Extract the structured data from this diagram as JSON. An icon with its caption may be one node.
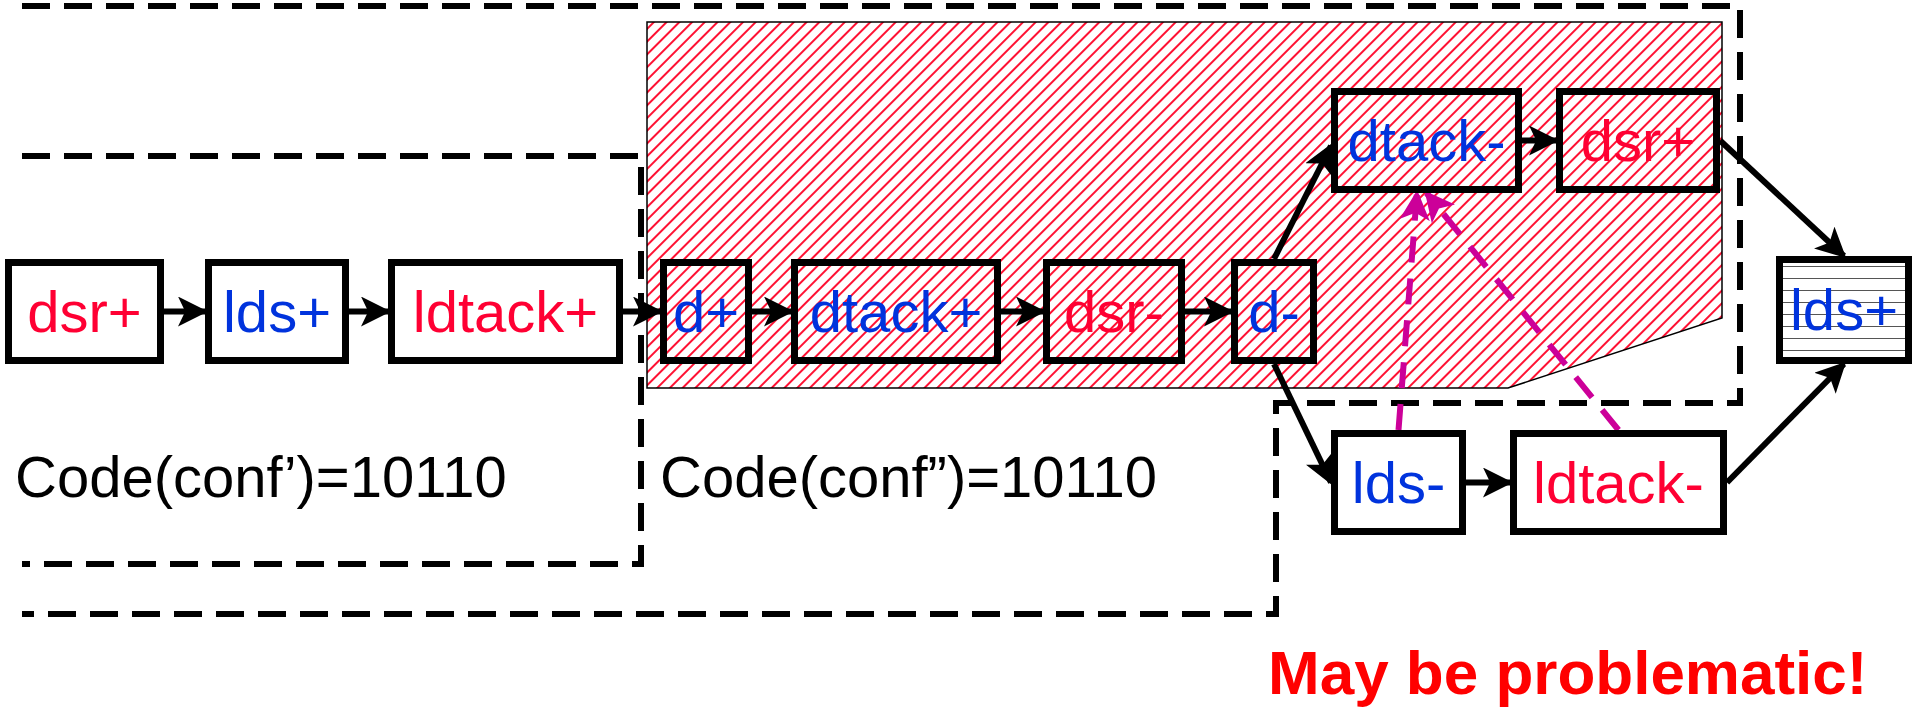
{
  "diagram": {
    "nodes": [
      {
        "text": [
          "dsr+"
        ]
      },
      {
        "text": [
          "lds+"
        ]
      },
      {
        "text": [
          "ldtack+"
        ]
      },
      {
        "text": [
          "d+"
        ]
      },
      {
        "text": [
          "dtack+"
        ]
      },
      {
        "text": [
          "dsr-"
        ]
      },
      {
        "text": [
          "d-"
        ]
      },
      {
        "text": [
          "dtack-"
        ]
      },
      {
        "text": [
          "dsr+"
        ]
      },
      {
        "text": [
          "lds+"
        ]
      },
      {
        "text": [
          "lds-"
        ]
      },
      {
        "text": [
          "ldtack-"
        ]
      }
    ],
    "edges": [
      {
        "from": 0,
        "to": 1,
        "arrow": "to"
      },
      {
        "from": 1,
        "to": 2,
        "arrow": "to"
      },
      {
        "from": 2,
        "to": 3,
        "arrow": "to"
      },
      {
        "from": 3,
        "to": 4,
        "arrow": "to"
      },
      {
        "from": 4,
        "to": 5,
        "arrow": "to"
      },
      {
        "from": 5,
        "to": 6,
        "arrow": "to"
      },
      {
        "from": 6,
        "to": 7,
        "arrow": "to"
      },
      {
        "from": 6,
        "to": 10,
        "arrow": "to"
      },
      {
        "from": 7,
        "to": 8,
        "arrow": "to"
      },
      {
        "from": 8,
        "to": 9,
        "arrow": "to"
      },
      {
        "from": 10,
        "to": 11,
        "arrow": "to"
      },
      {
        "from": 11,
        "to": 9,
        "arrow": "to"
      },
      {
        "from": 10,
        "to": 7,
        "arrow": "to",
        "style": "dashed",
        "color": "#cc0099"
      },
      {
        "from": 11,
        "to": 7,
        "arrow": "to",
        "style": "dashed",
        "color": "#cc0099"
      }
    ],
    "labels": [
      "Code(conf’)=10110",
      "Code(conf”)=10110",
      "May be problematic!"
    ]
  }
}
